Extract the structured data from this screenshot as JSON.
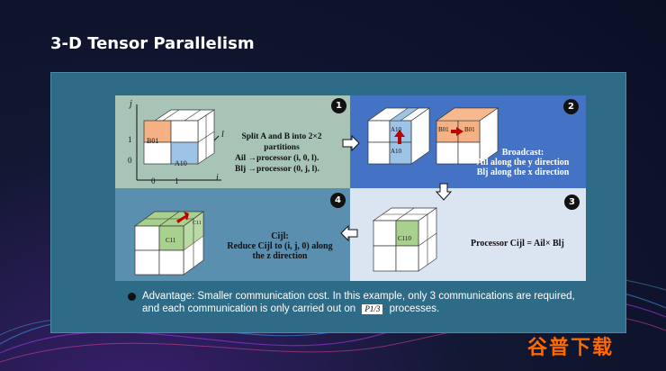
{
  "slide": {
    "title": "3-D Tensor Parallelism"
  },
  "quadrant1": {
    "badge": "1",
    "axis_i": "i",
    "axis_j": "j",
    "axis_l": "l",
    "tick_0": "0",
    "tick_1": "1",
    "tick_x0": "0",
    "tick_x1": "1",
    "block_b01": "B01",
    "block_a10": "A10",
    "line1": "Split A and B into 2×2",
    "line2": "partitions",
    "line3": "Ail →processor (i, 0, l).",
    "line4": "Blj →processor (0, j, l)."
  },
  "quadrant2": {
    "badge": "2",
    "label_a10_top": "A10",
    "label_a10_bottom": "A10",
    "label_b01_left": "B01",
    "label_b01_right": "B01",
    "line1": "Broadcast:",
    "line2": "Ail along the y direction",
    "line3": "Blj along the x direction"
  },
  "quadrant3": {
    "badge": "3",
    "label_c110": "C110",
    "processor_text": "Processor  Cijl = Ail× Blj"
  },
  "quadrant4": {
    "badge": "4",
    "label_c11": "C11",
    "label_c11_side": "C11",
    "line1": "Cijl:",
    "line2": "Reduce Cijl to (i, j, 0) along",
    "line3": "the z direction"
  },
  "bullet": {
    "text_before": "Advantage: Smaller communication cost. In this example, only 3 communications are required, and each communication is only carried out on",
    "formula": "P1/3",
    "text_after": "processes."
  },
  "watermark": {
    "text": "谷普下载"
  },
  "colors": {
    "orange_block": "#f4b183",
    "blue_block": "#9dc3e6",
    "green_block": "#a9d18e",
    "arrow_red": "#c00000"
  }
}
